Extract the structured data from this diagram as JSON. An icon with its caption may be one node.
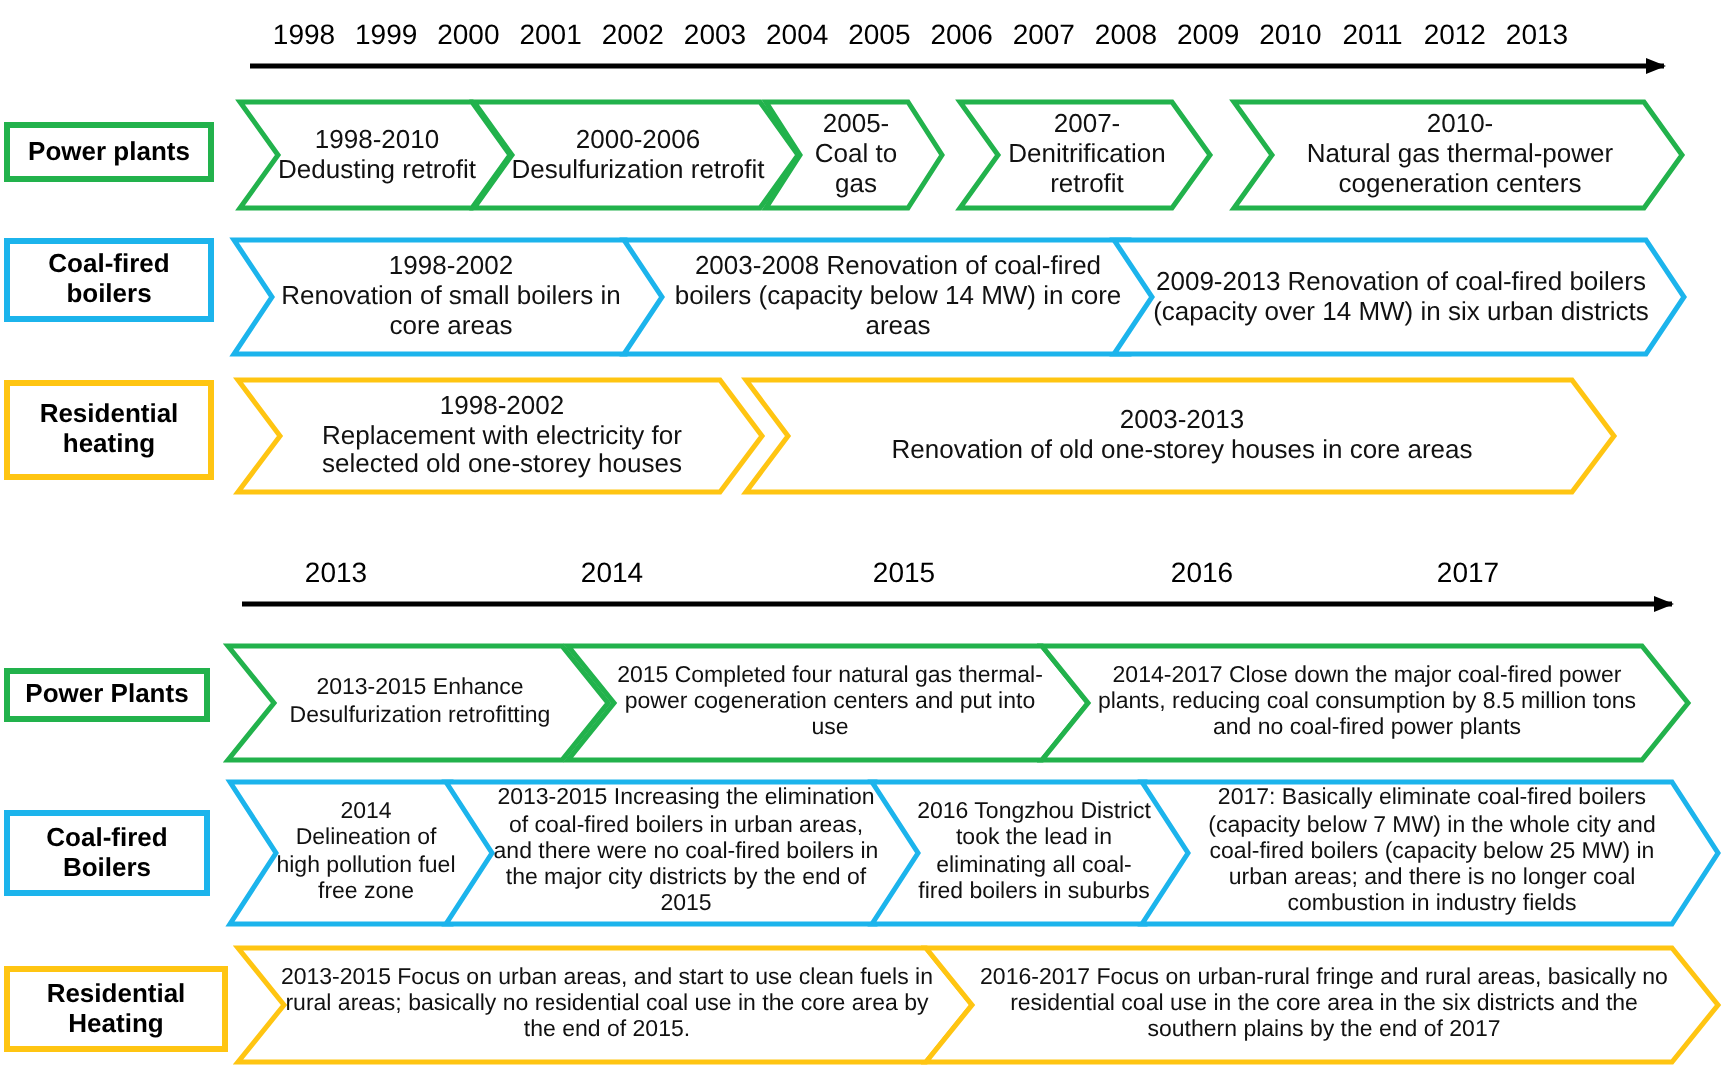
{
  "diagram": {
    "nodes": [
      {
        "text": [
          "Power plants"
        ]
      },
      {
        "text": [
          "1998-2010",
          "Dedusting retrofit"
        ]
      },
      {
        "text": [
          "2000-2006",
          "Desulfurization retrofit"
        ]
      },
      {
        "text": [
          "2005-",
          "Coal to gas"
        ]
      },
      {
        "text": [
          "2007-",
          "Denitrification retrofit"
        ]
      },
      {
        "text": [
          "2010-",
          "Natural gas thermal-power cogeneration centers"
        ]
      },
      {
        "text": [
          "Coal-fired boilers"
        ]
      },
      {
        "text": [
          "1998-2002",
          "Renovation of small boilers in core areas"
        ]
      },
      {
        "text": [
          "2003-2008  Renovation of coal-fired boilers (capacity below 14 MW) in core areas"
        ]
      },
      {
        "text": [
          "2009-2013  Renovation of coal-fired boilers (capacity over 14 MW) in six urban districts"
        ]
      },
      {
        "text": [
          "Residential heating"
        ]
      },
      {
        "text": [
          "1998-2002",
          "Replacement with electricity for selected old one-storey houses"
        ]
      },
      {
        "text": [
          "2003-2013",
          "Renovation of old one-storey houses in core areas"
        ]
      },
      {
        "text": [
          "Power Plants"
        ]
      },
      {
        "text": [
          "2013-2015  Enhance Desulfurization  retrofitting"
        ]
      },
      {
        "text": [
          "2015  Completed four natural gas thermal-power cogeneration centers and put into use"
        ]
      },
      {
        "text": [
          "2014-2017 Close down the major coal-fired power plants, reducing coal consumption by 8.5 million tons and no coal-fired power plants"
        ]
      },
      {
        "text": [
          "Coal-fired Boilers"
        ]
      },
      {
        "text": [
          "2014",
          "Delineation of high pollution fuel free zone"
        ]
      },
      {
        "text": [
          "2013-2015  Increasing the elimination of coal-fired boilers in urban areas, and there were no coal-fired boilers in the major city districts by the end of 2015"
        ]
      },
      {
        "text": [
          "2016 Tongzhou District  took the lead in eliminating all coal-fired boilers in suburbs"
        ]
      },
      {
        "text": [
          "2017: Basically eliminate coal-fired boilers (capacity below 7 MW) in the whole city and coal-fired boilers (capacity below 25 MW) in urban areas; and there is no longer coal combustion in industry fields"
        ]
      },
      {
        "text": [
          "Residential Heating"
        ]
      },
      {
        "text": [
          "2013-2015   Focus on urban areas, and start to use clean fuels in rural areas; basically no residential coal use in the core area by the end of 2015."
        ]
      },
      {
        "text": [
          "2016-2017 Focus on urban-rural fringe and rural areas, basically no residential coal use in the core area in the six districts and the southern plains by the end of  2017"
        ]
      }
    ],
    "labels": [
      "1998",
      "1999",
      "2000",
      "2001",
      "2002",
      "2003",
      "2004",
      "2005",
      "2006",
      "2007",
      "2008",
      "2009",
      "2010",
      "2011",
      "2012",
      "2013",
      "2013",
      "2014",
      "2015",
      "2016",
      "2017"
    ]
  }
}
